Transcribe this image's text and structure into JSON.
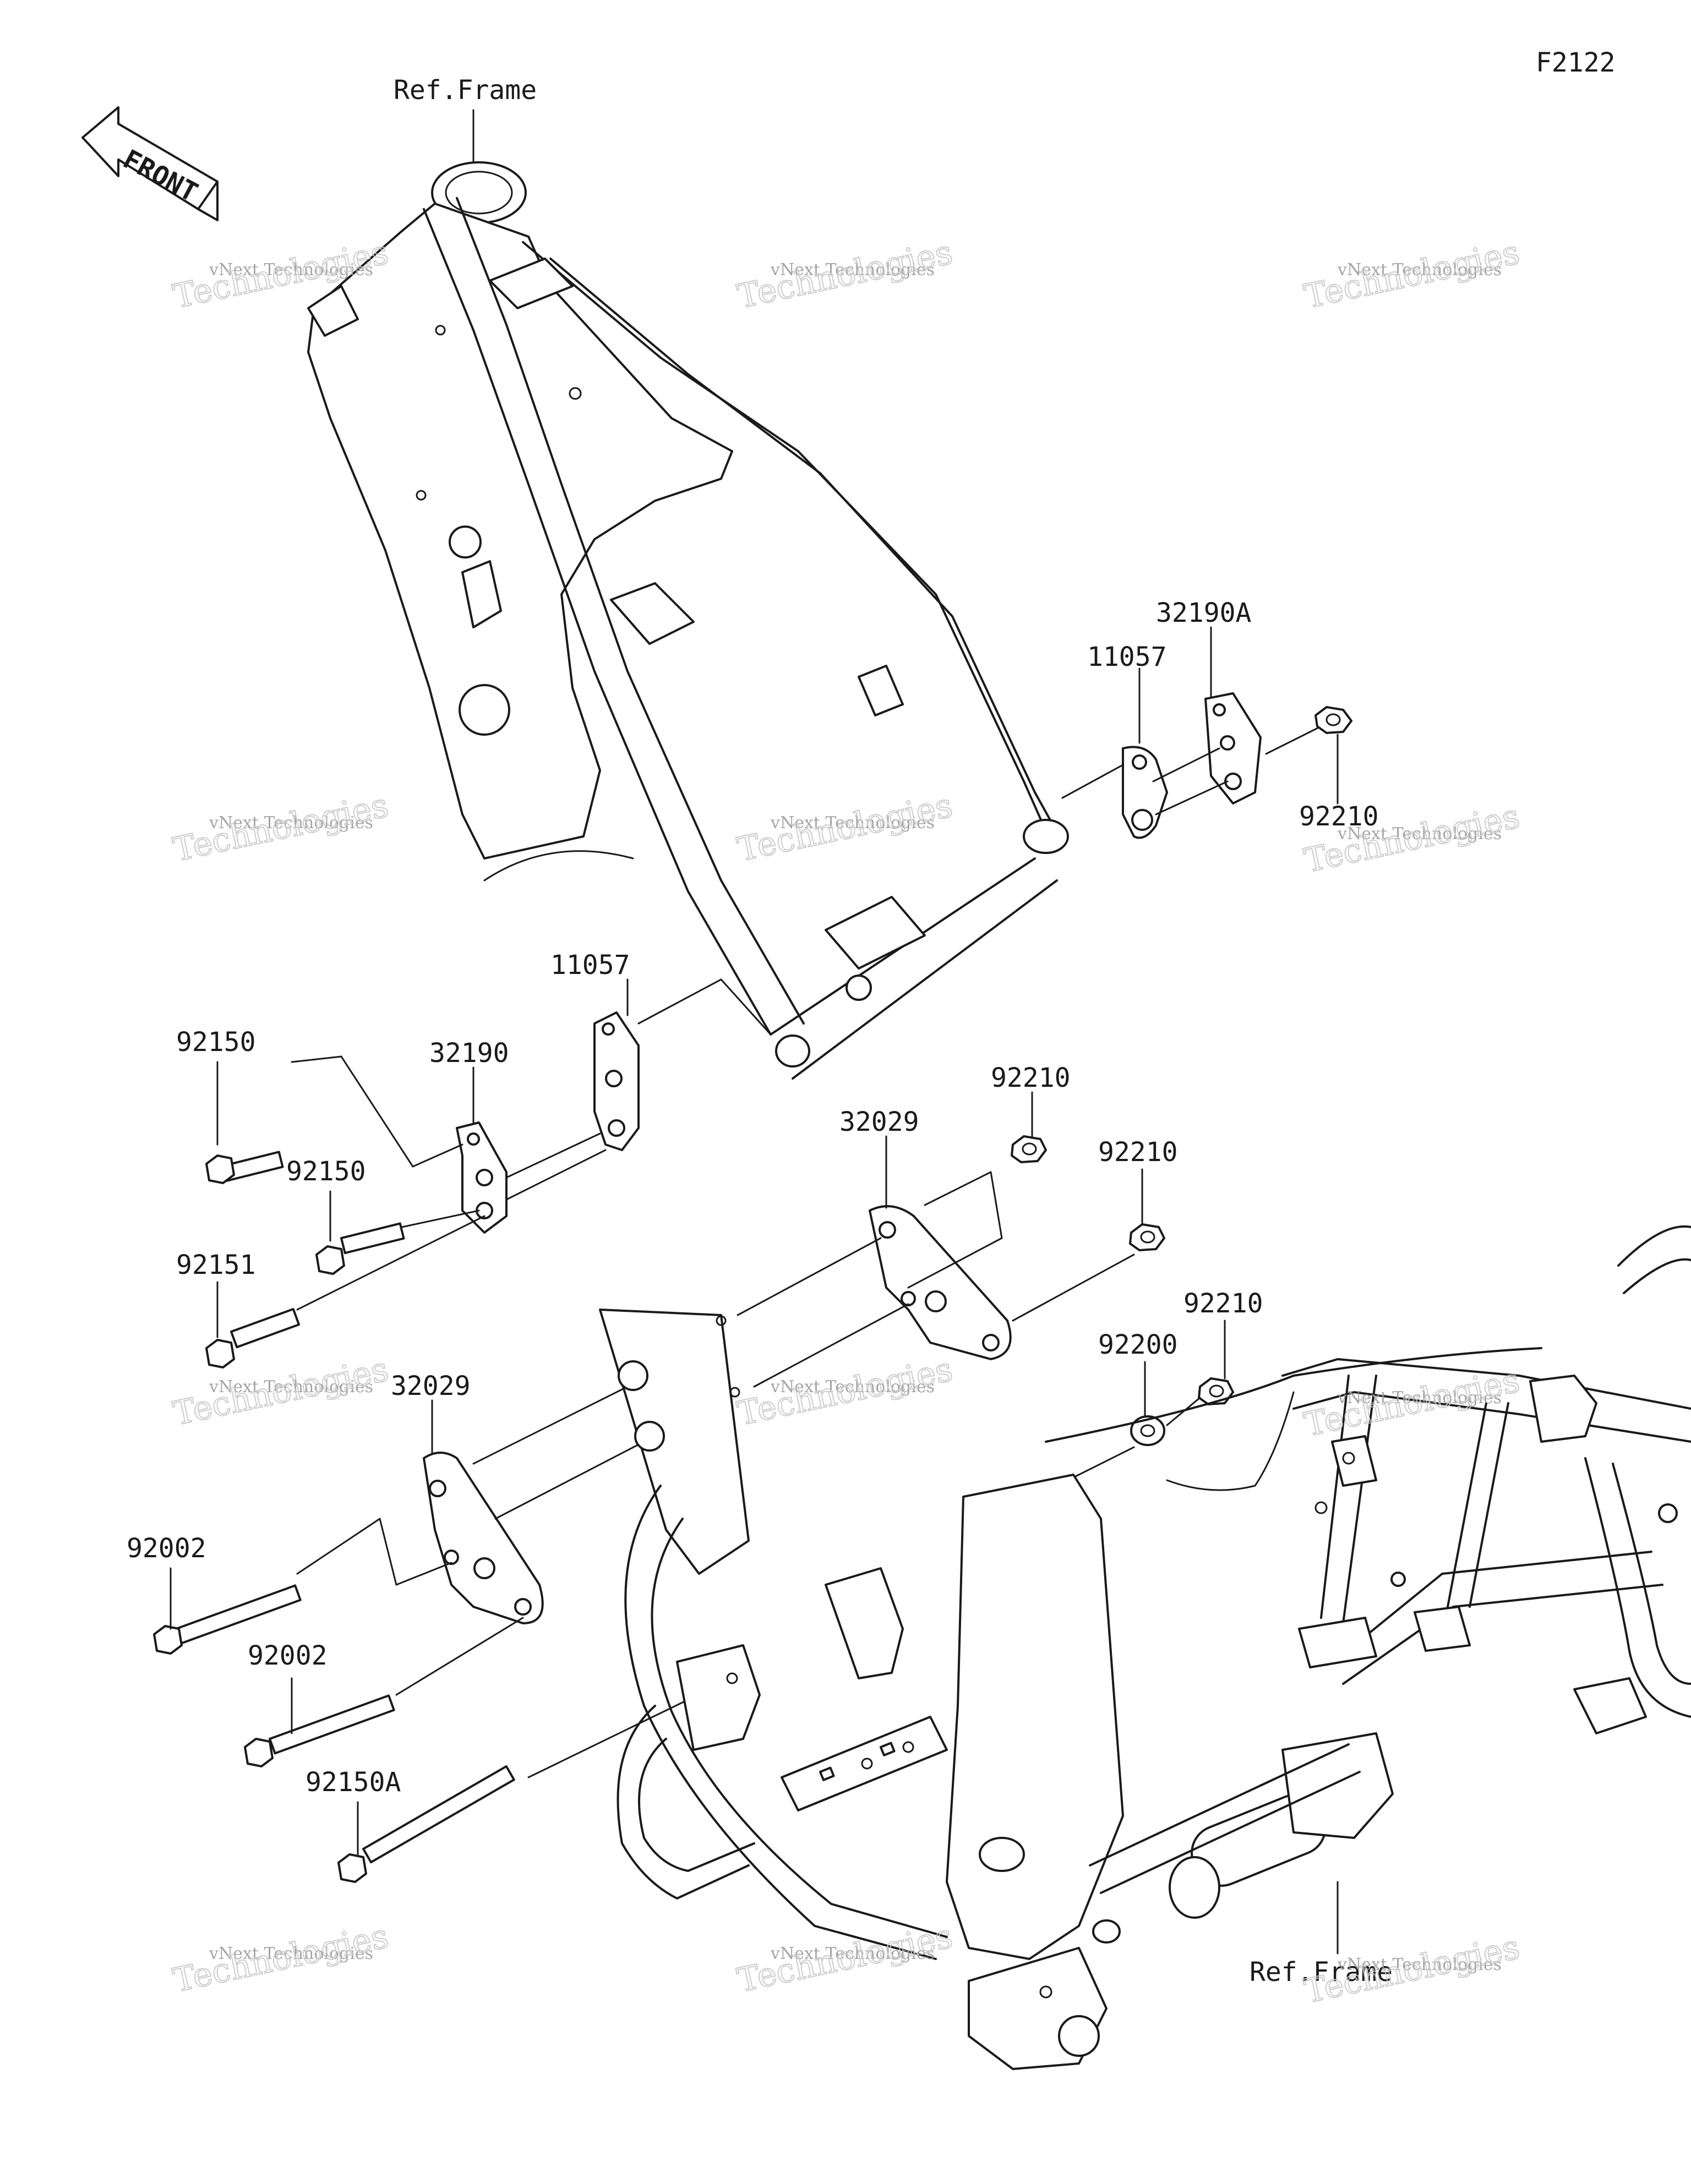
{
  "figure_id": "F2122",
  "front_label": "FRONT",
  "ref_frame_label": "Ref.Frame",
  "watermark": {
    "small": "vNext Technologies",
    "large": "Technologies",
    "top": "vNext"
  },
  "callouts": {
    "p32190A": "32190A",
    "p11057_upper": "11057",
    "p92210_upper": "92210",
    "p11057_lower": "11057",
    "p32190": "32190",
    "p92150_a": "92150",
    "p92150_b": "92150",
    "p92151": "92151",
    "p92210_a": "92210",
    "p92210_b": "92210",
    "p32029_upper": "32029",
    "p92210_c": "92210",
    "p92200": "92200",
    "p32029_lower": "32029",
    "p92002_a": "92002",
    "p92002_b": "92002",
    "p92150A": "92150A",
    "ref_frame_lower": "Ref.Frame"
  }
}
